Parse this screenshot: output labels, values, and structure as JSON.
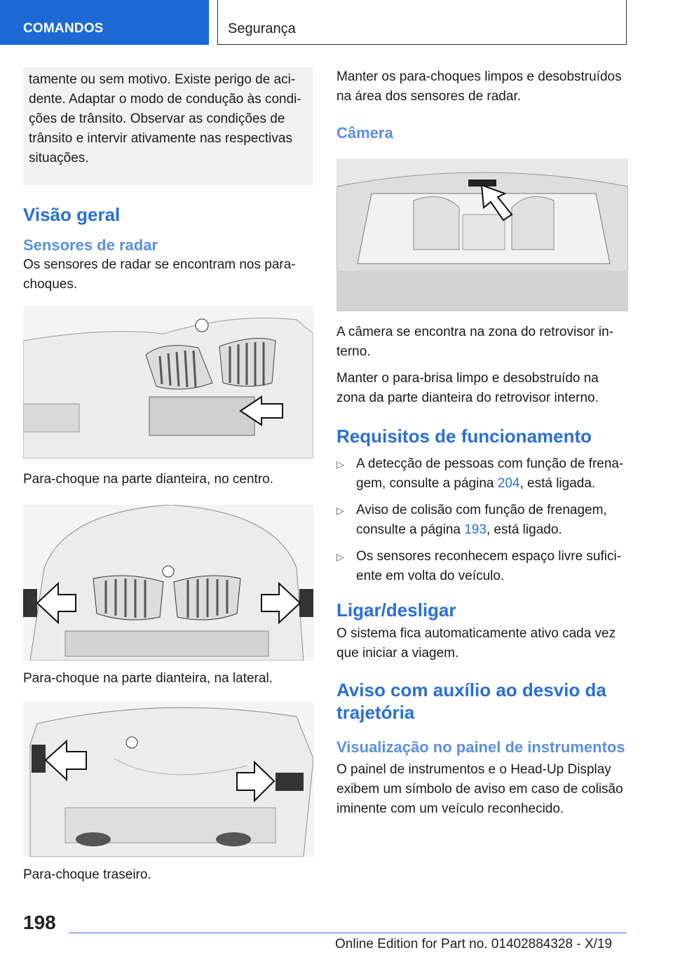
{
  "header": {
    "section_tab": "COMANDOS",
    "subsection": "Segurança"
  },
  "left": {
    "warning_text": "tamente ou sem motivo. Existe perigo de aci­dente. Adaptar o modo de condução às condi­ções de trânsito. Observar as condições de trânsito e intervir ativamente nas respectivas si­tuações.",
    "h_overview": "Visão geral",
    "h_radar": "Sensores de radar",
    "radar_text": "Os sensores de radar se encontram nos para­-choques.",
    "cap1": "Para-choque na parte dianteira, no centro.",
    "cap2": "Para-choque na parte dianteira, na lateral.",
    "cap3": "Para-choque traseiro."
  },
  "right": {
    "keep_clean": "Manter os para-choques limpos e desobstruídos na área dos sensores de radar.",
    "h_camera": "Câmera",
    "camera_loc": "A câmera se encontra na zona do retrovisor in­terno.",
    "camera_clean": "Manter o para-brisa limpo e desobstruído na zona da parte dianteira do retrovisor interno.",
    "h_requirements": "Requisitos de funcionamento",
    "req": [
      {
        "pre": "A detecção de pessoas com função de frena­gem, consulte a página ",
        "page": "204",
        "post": ", está ligada."
      },
      {
        "pre": "Aviso de colisão com função de frenagem, consulte a página ",
        "page": "193",
        "post": ", está ligado."
      },
      {
        "pre": "Os sensores reconhecem espaço livre sufici­ente em volta do veículo.",
        "page": "",
        "post": ""
      }
    ],
    "h_onoff": "Ligar/desligar",
    "onoff_text": "O sistema fica automaticamente ativo cada vez que iniciar a viagem.",
    "h_warning": "Aviso com auxílio ao desvio da trajetória",
    "h_display": "Visualização no painel de instrumentos",
    "display_text": "O painel de instrumentos e o Head-Up Display exibem um símbolo de aviso em caso de colisão iminente com um veículo reconhecido."
  },
  "footer": {
    "page_number": "198",
    "edition": "Online Edition for Part no. 01402884328 - X/19"
  },
  "bullet_symbol": "▷",
  "colors": {
    "brand_blue": "#1c69d4",
    "heading_blue": "#2a6fd6",
    "subheading_blue": "#5b8fe0"
  }
}
